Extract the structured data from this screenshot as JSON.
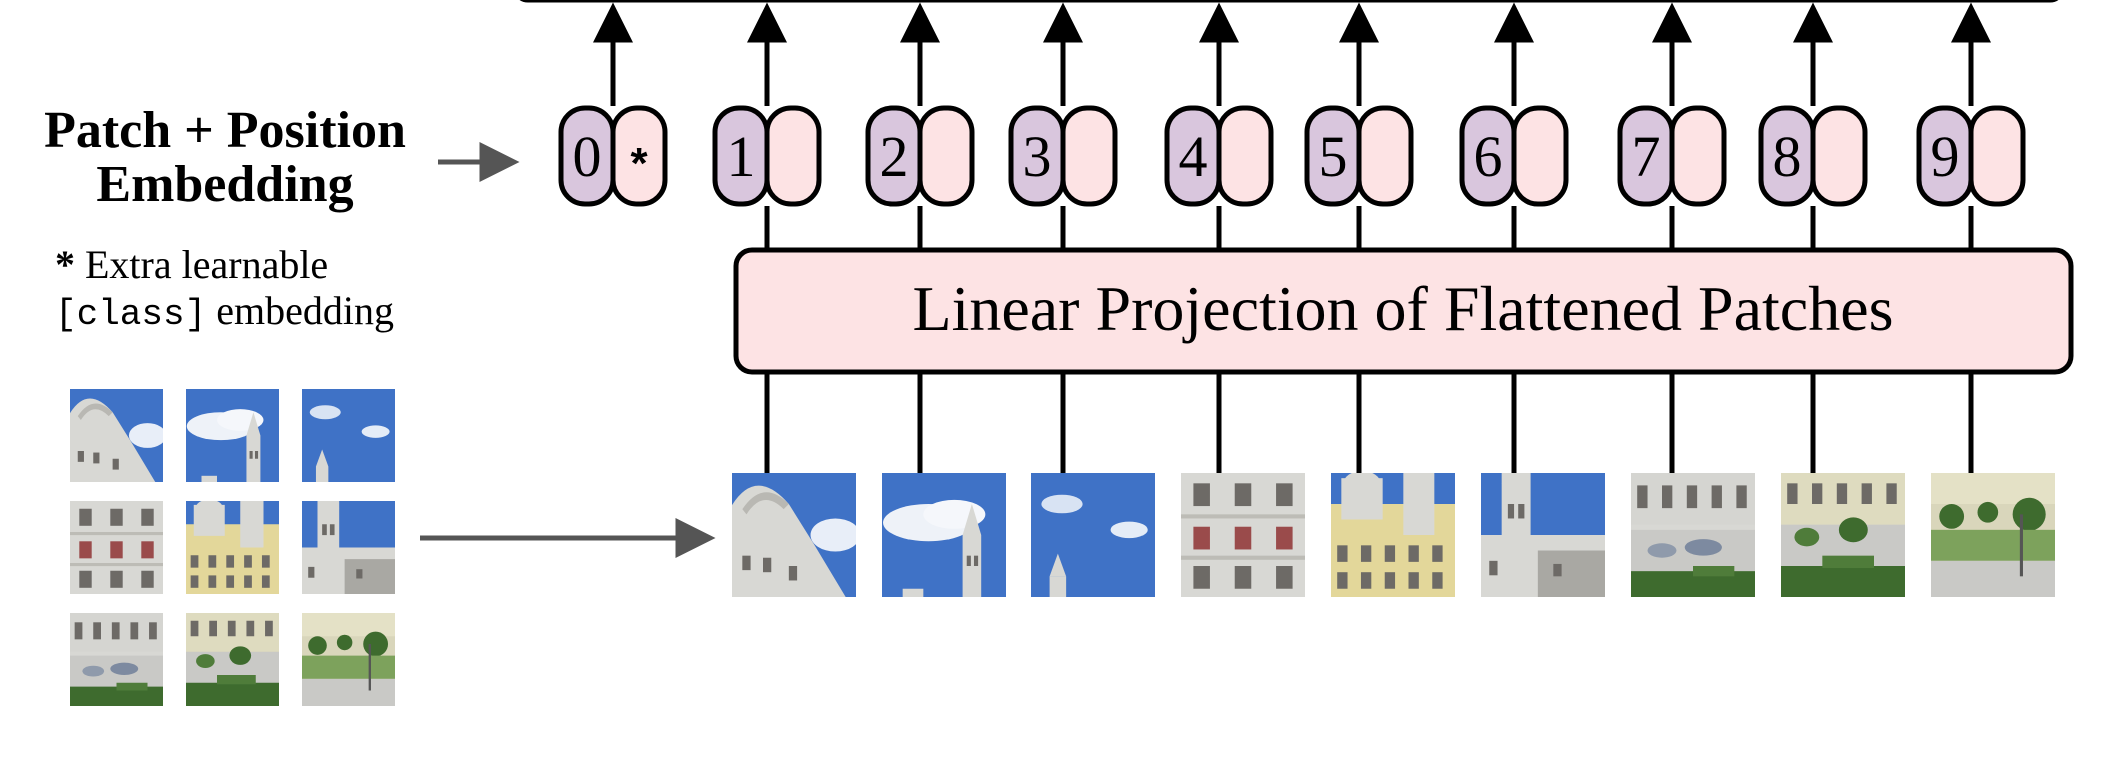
{
  "label": {
    "line1": "Patch + Position",
    "line2": "Embedding"
  },
  "note": {
    "star": "*",
    "text": " Extra learnable",
    "code": "[class]",
    "text2": " embedding"
  },
  "projection_label": "Linear Projection of Flattened Patches",
  "tokens": [
    {
      "index": "0",
      "second": "*"
    },
    {
      "index": "1",
      "second": ""
    },
    {
      "index": "2",
      "second": ""
    },
    {
      "index": "3",
      "second": ""
    },
    {
      "index": "4",
      "second": ""
    },
    {
      "index": "5",
      "second": ""
    },
    {
      "index": "6",
      "second": ""
    },
    {
      "index": "7",
      "second": ""
    },
    {
      "index": "8",
      "second": ""
    },
    {
      "index": "9",
      "second": ""
    }
  ],
  "colors": {
    "position_embedding": "#d9c6dd",
    "patch_embedding": "#fde3e4",
    "projection_fill": "#fde3e4",
    "stroke": "#000000",
    "connector_gray": "#555555",
    "sky": "#3f72c6",
    "facade": "#d8d8d4",
    "yellow_wall": "#e3d79a",
    "greenery": "#3e6b2e",
    "pavement": "#c9c9c6"
  },
  "patches": [
    {
      "kind": "dome"
    },
    {
      "kind": "cloud-tower"
    },
    {
      "kind": "sky-spire"
    },
    {
      "kind": "facade-windows"
    },
    {
      "kind": "yellow-facade"
    },
    {
      "kind": "tower-wing"
    },
    {
      "kind": "street-cars"
    },
    {
      "kind": "garden"
    },
    {
      "kind": "road-trees"
    }
  ]
}
